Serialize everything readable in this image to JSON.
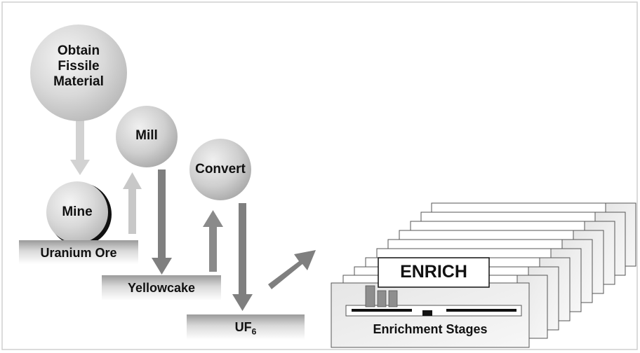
{
  "nodes": {
    "obtain": {
      "line1": "Obtain",
      "line2": "Fissile",
      "line3": "Material"
    },
    "mine": {
      "label": "Mine"
    },
    "mill": {
      "label": "Mill"
    },
    "convert": {
      "label": "Convert"
    }
  },
  "products": {
    "uranium_ore": "Uranium Ore",
    "yellowcake": "Yellowcake",
    "uf6_base": "UF",
    "uf6_sub": "6"
  },
  "enrichment": {
    "title": "ENRICH",
    "stages_label": "Enrichment Stages"
  }
}
